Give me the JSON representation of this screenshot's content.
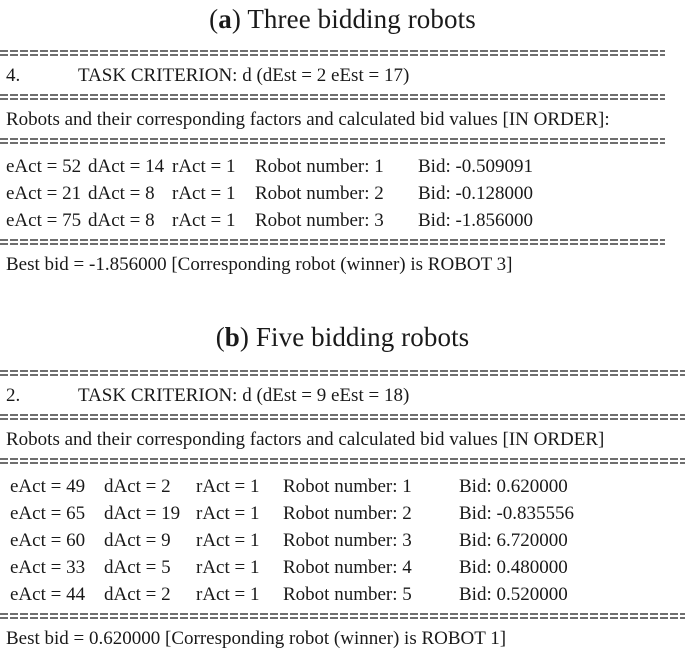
{
  "panels": [
    {
      "caption": {
        "open_paren": "(",
        "tag": "a",
        "close_paren": ")",
        "text": "Three bidding robots"
      },
      "criterion_line": {
        "number": "4.",
        "text": "TASK CRITERION: d (dEst = 2   eEst = 17)"
      },
      "header_line": "Robots and their corresponding factors and calculated bid values [IN ORDER]:",
      "rows": [
        {
          "eact": "eAct = 52",
          "dact": "dAct = 14",
          "ract": "rAct = 1",
          "robot": "Robot number: 1",
          "bid": "Bid: -0.509091"
        },
        {
          "eact": "eAct = 21",
          "dact": "dAct = 8",
          "ract": "rAct = 1",
          "robot": "Robot number: 2",
          "bid": "Bid: -0.128000"
        },
        {
          "eact": "eAct = 75",
          "dact": "dAct = 8",
          "ract": "rAct = 1",
          "robot": "Robot number: 3",
          "bid": "Bid: -1.856000"
        }
      ],
      "best_bid_line": "Best bid = -1.856000   [Corresponding robot (winner) is ROBOT 3]"
    },
    {
      "caption": {
        "open_paren": "(",
        "tag": "b",
        "close_paren": ")",
        "text": "Five bidding robots"
      },
      "criterion_line": {
        "number": "2.",
        "text": "TASK CRITERION: d (dEst = 9   eEst = 18)"
      },
      "header_line": "Robots and their corresponding factors and calculated bid values [IN ORDER]",
      "rows": [
        {
          "eact": "eAct = 49",
          "dact": "dAct = 2",
          "ract": "rAct = 1",
          "robot": "Robot number: 1",
          "bid": "Bid: 0.620000"
        },
        {
          "eact": "eAct = 65",
          "dact": "dAct = 19",
          "ract": "rAct = 1",
          "robot": "Robot number: 2",
          "bid": "Bid: -0.835556"
        },
        {
          "eact": "eAct = 60",
          "dact": "dAct = 9",
          "ract": "rAct = 1",
          "robot": "Robot number: 3",
          "bid": "Bid: 6.720000"
        },
        {
          "eact": "eAct = 33",
          "dact": "dAct = 5",
          "ract": "rAct = 1",
          "robot": "Robot number: 4",
          "bid": "Bid: 0.480000"
        },
        {
          "eact": "eAct = 44",
          "dact": "dAct = 2",
          "ract": "rAct = 1",
          "robot": "Robot number: 5",
          "bid": "Bid: 0.520000"
        }
      ],
      "best_bid_line": "Best bid = 0.620000   [Corresponding robot (winner) is ROBOT 1]"
    }
  ]
}
